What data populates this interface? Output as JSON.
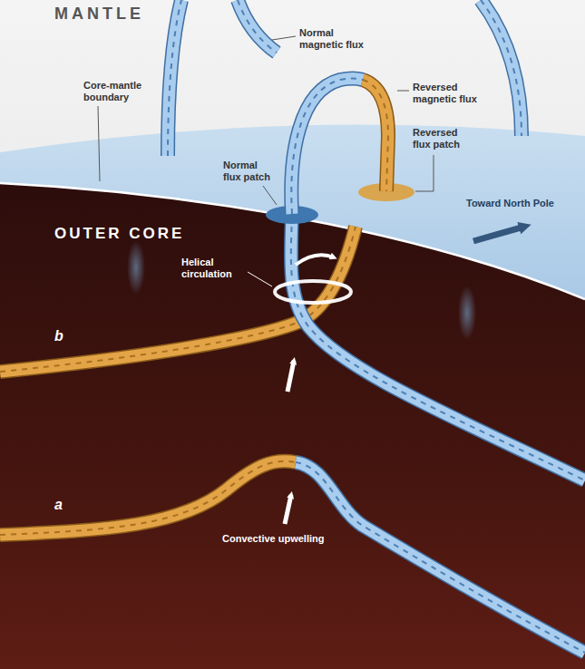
{
  "diagram": {
    "labels": [
      "MANTLE",
      "Normal magnetic flux",
      "Core-mantle boundary",
      "Reversed magnetic flux",
      "Reversed flux patch",
      "Normal flux patch",
      "Toward North Pole",
      "OUTER CORE",
      "Helical circulation",
      "b",
      "a",
      "Convective upwelling"
    ]
  }
}
